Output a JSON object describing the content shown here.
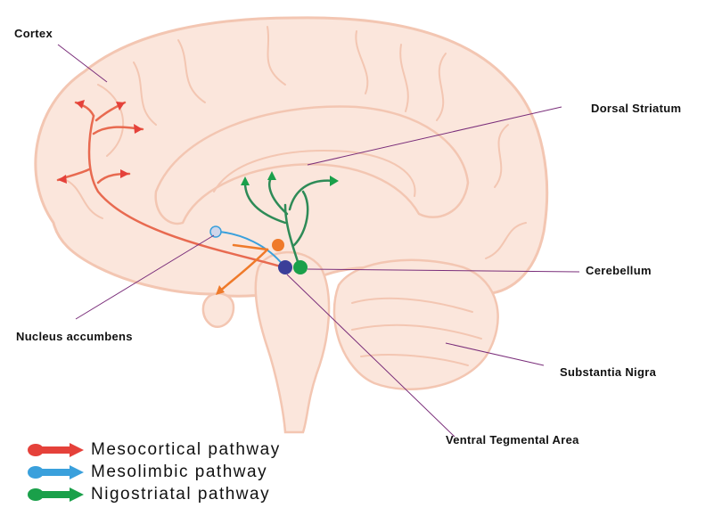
{
  "colors": {
    "brain_fill": "#fbe6dc",
    "brain_stroke": "#f3c6b2",
    "mesocortical": "#e5413a",
    "mesocortical_stroke": "#e86a50",
    "mesolimbic": "#3aa0dc",
    "nigrostriatal": "#1aa04a",
    "nigrostriatal_stroke": "#2e8b57",
    "nucleus_dot": "#ef7a2a",
    "vta_dot": "#3b3f99",
    "leader_line": "#7a2e7a"
  },
  "labels": {
    "cortex": "Cortex",
    "dorsal_striatum": "Dorsal Striatum",
    "cerebellum": "Cerebellum",
    "nucleus_accumbens": "Nucleus accumbens",
    "substantia_nigra": "Substantia Nigra",
    "ventral_tegmental_area": "Ventral Tegmental Area"
  },
  "legend": [
    {
      "label": "Mesocortical pathway",
      "color": "#e5413a"
    },
    {
      "label": "Mesolimbic pathway",
      "color": "#3aa0dc"
    },
    {
      "label": "Nigostriatal pathway",
      "color": "#1aa04a"
    }
  ]
}
